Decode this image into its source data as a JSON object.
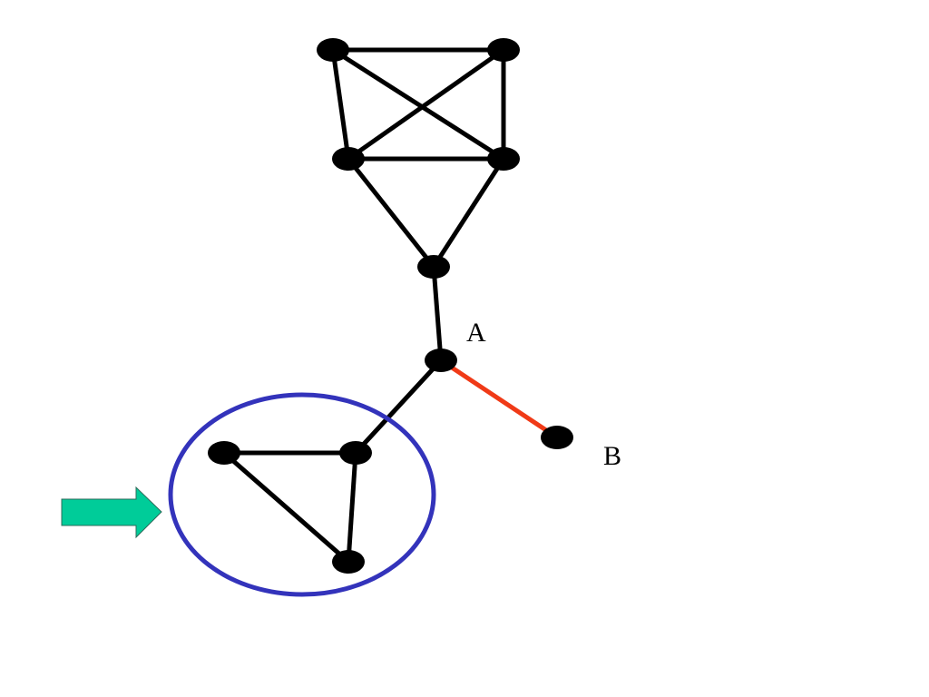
{
  "labels": {
    "a": "A",
    "b": "B"
  },
  "colors": {
    "edge": "#000000",
    "node": "#000000",
    "highlight_edge": "#f03a17",
    "circle": "#3333bb",
    "arrow_fill": "#00cc99",
    "arrow_stroke": "#2d6b5a"
  },
  "graph": {
    "nodes": [
      "n1",
      "n2",
      "n3",
      "n4",
      "n5",
      "A",
      "B",
      "t1",
      "t2",
      "t3"
    ],
    "edges": [
      [
        "n1",
        "n2"
      ],
      [
        "n1",
        "n3"
      ],
      [
        "n1",
        "n4"
      ],
      [
        "n2",
        "n3"
      ],
      [
        "n2",
        "n4"
      ],
      [
        "n3",
        "n4"
      ],
      [
        "n3",
        "n5"
      ],
      [
        "n4",
        "n5"
      ],
      [
        "n5",
        "A"
      ],
      [
        "A",
        "t2"
      ],
      [
        "t1",
        "t2"
      ],
      [
        "t1",
        "t3"
      ],
      [
        "t2",
        "t3"
      ]
    ],
    "highlighted_edge": [
      "A",
      "B"
    ],
    "encircled_nodes": [
      "t1",
      "t2",
      "t3"
    ]
  },
  "icons": {
    "pointer": "right-arrow-icon"
  }
}
